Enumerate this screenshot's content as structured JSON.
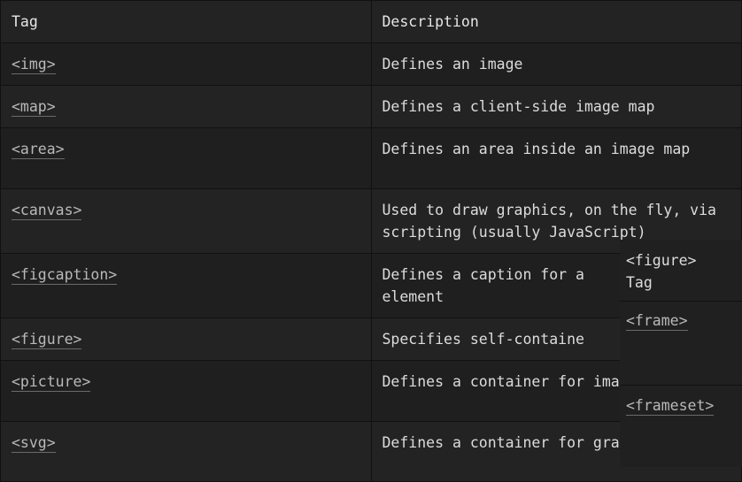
{
  "table": {
    "headers": {
      "tag": "Tag",
      "description": "Description"
    },
    "rows": [
      {
        "tag": "<img>",
        "description": "Defines an image"
      },
      {
        "tag": "<map>",
        "description": "Defines a client-side image map"
      },
      {
        "tag": "<area>",
        "description": "Defines an area inside an image map"
      },
      {
        "tag": "<canvas>",
        "description": "Used to draw graphics, on the fly, via scripting (usually JavaScript)"
      },
      {
        "tag": "<figcaption>",
        "description": "Defines a caption for a"
      },
      {
        "tag": "<figure>",
        "description": "Specifies self-containe"
      },
      {
        "tag": "<picture>",
        "description": "Defines a container for image resources"
      },
      {
        "tag": "<svg>",
        "description": "Defines a container for graphics"
      }
    ]
  },
  "overlay": {
    "figure_text": "<figure>",
    "tag_text": "Tag",
    "frame_link": "<frame>",
    "frameset_link": "<frameset>"
  }
}
